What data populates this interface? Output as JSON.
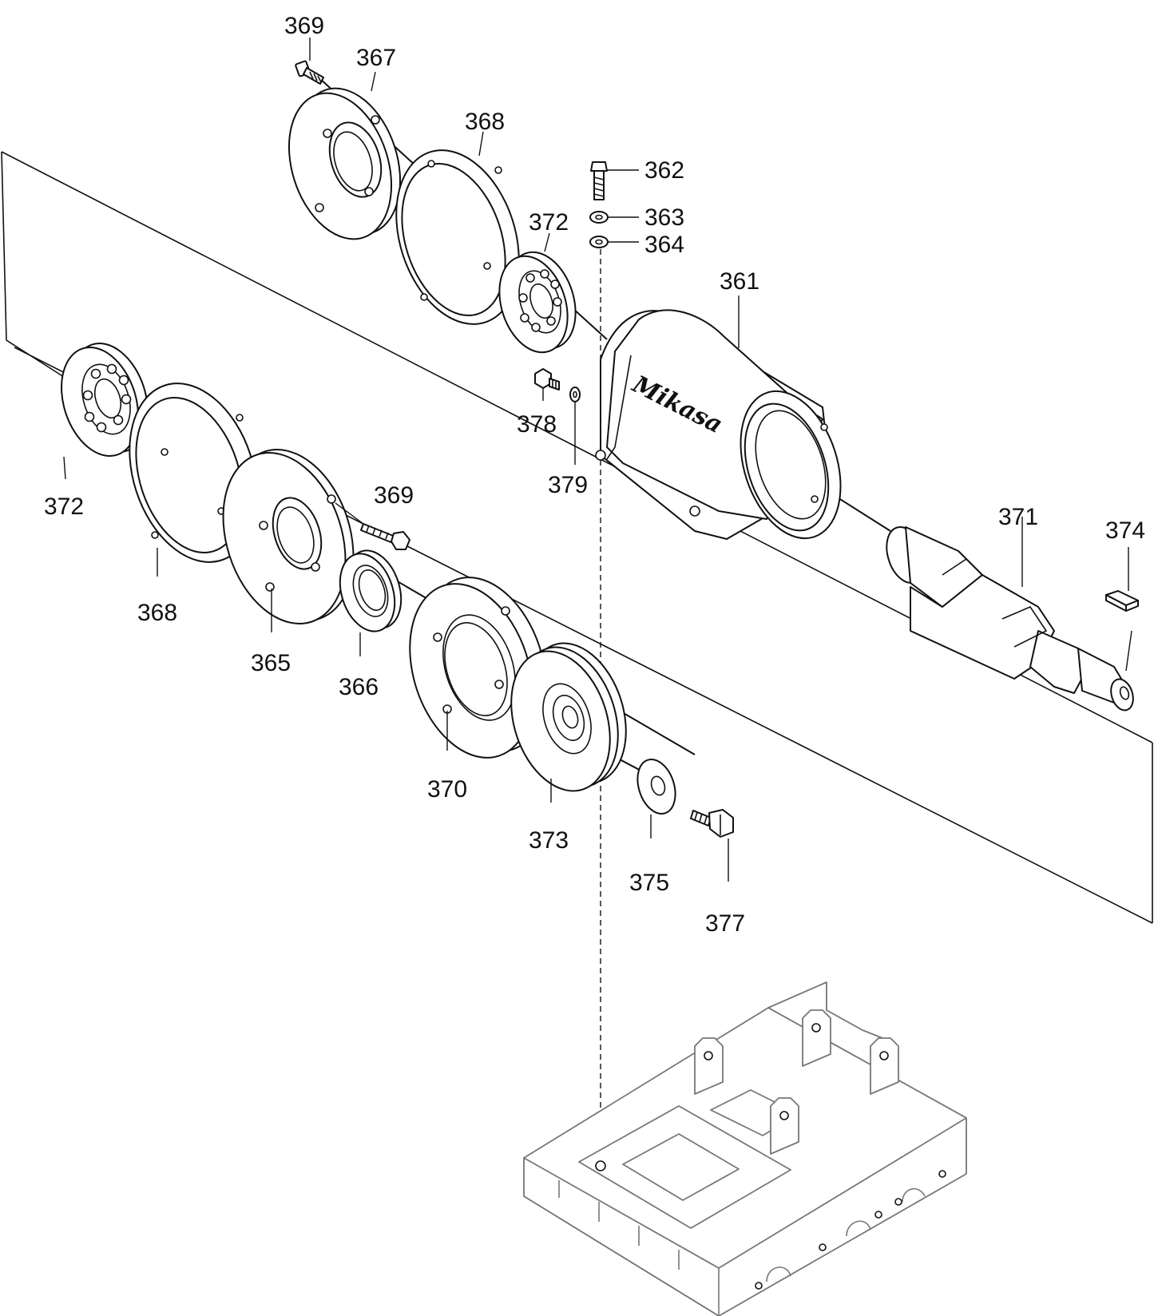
{
  "diagram": {
    "brand_logo": "Mikasa",
    "parts": [
      {
        "id": "p361",
        "number": "361"
      },
      {
        "id": "p362",
        "number": "362"
      },
      {
        "id": "p363",
        "number": "363"
      },
      {
        "id": "p364",
        "number": "364"
      },
      {
        "id": "p365",
        "number": "365"
      },
      {
        "id": "p366",
        "number": "366"
      },
      {
        "id": "p367",
        "number": "367"
      },
      {
        "id": "p368a",
        "number": "368"
      },
      {
        "id": "p368b",
        "number": "368"
      },
      {
        "id": "p369a",
        "number": "369"
      },
      {
        "id": "p369b",
        "number": "369"
      },
      {
        "id": "p370",
        "number": "370"
      },
      {
        "id": "p371",
        "number": "371"
      },
      {
        "id": "p372a",
        "number": "372"
      },
      {
        "id": "p372b",
        "number": "372"
      },
      {
        "id": "p373",
        "number": "373"
      },
      {
        "id": "p374",
        "number": "374"
      },
      {
        "id": "p375",
        "number": "375"
      },
      {
        "id": "p377",
        "number": "377"
      },
      {
        "id": "p378",
        "number": "378"
      },
      {
        "id": "p379",
        "number": "379"
      }
    ]
  }
}
